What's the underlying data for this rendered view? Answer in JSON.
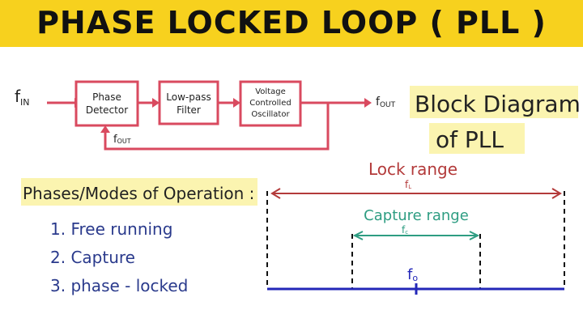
{
  "title": "PHASE LOCKED LOOP ( PLL )",
  "block_diagram": {
    "input_label": "f",
    "input_sub": "IN",
    "output_label": "f",
    "output_sub": "OUT",
    "feedback_label": "f",
    "feedback_sub": "OUT",
    "blocks": [
      {
        "line1": "Phase",
        "line2": "Detector",
        "line3": ""
      },
      {
        "line1": "Low-pass",
        "line2": "Filter",
        "line3": ""
      },
      {
        "line1": "Voltage",
        "line2": "Controlled",
        "line3": "Oscillator"
      }
    ],
    "heading_line1": "Block Diagram",
    "heading_line2": "of PLL"
  },
  "modes": {
    "heading": "Phases/Modes of Operation :",
    "items": [
      "1. Free running",
      "2. Capture",
      "3. phase - locked"
    ]
  },
  "range_diagram": {
    "lock_range_label": "Lock range",
    "lock_symbol": "f",
    "lock_sub": "L",
    "capture_range_label": "Capture range",
    "capture_symbol": "f",
    "capture_sub": "c",
    "center_symbol": "f",
    "center_sub": "o"
  },
  "colors": {
    "banner": "#f7d11e",
    "highlight": "#fbf4b0",
    "block_border": "#d94a5f",
    "lock_range": "#b33a3a",
    "capture_range": "#2e9d82",
    "axis": "#2327b8",
    "list_text": "#2a3a8c"
  }
}
